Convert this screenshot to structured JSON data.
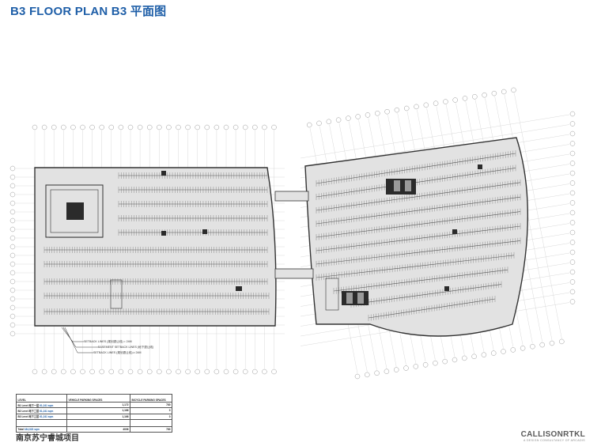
{
  "title": "B3 FLOOR PLAN B3 平面图",
  "annotations": {
    "setback_1": "SETBACK LINES (规划退让线) = 24M",
    "setback_2": "BASEMENT SETBACK LINES (地下退让线)",
    "setback_3": "SETBACK LINES (规划退让线) ≥ 24M"
  },
  "table": {
    "headers": {
      "level": "LEVEL",
      "vehicle": "VEHICLE PARKING SPACES",
      "bicycle": "BICYCLE PARKING SPACES"
    },
    "rows": [
      {
        "level": "B1 Level 地下一层",
        "area": "61,241 sqm",
        "vehicle": "1,172",
        "bicycle": "780"
      },
      {
        "level": "B2 Level 地下二层",
        "area": "61,241 sqm",
        "vehicle": "1,166",
        "bicycle": "0"
      },
      {
        "level": "B3 Level 地下三层",
        "area": "61,241 sqm",
        "vehicle": "1,166",
        "bicycle": "0"
      }
    ],
    "total": {
      "label": "Total",
      "area": "184,023 sqm",
      "vehicle": "4006",
      "bicycle": "780"
    }
  },
  "footer": {
    "project_name": "南京苏宁睿城项目",
    "brand_name": "CALLISONRTKL",
    "brand_tagline": "A DESIGN CONSULTANCY OF ARCADIS"
  },
  "colors": {
    "accent": "#1f5fa8",
    "floor": "#e2e2e2",
    "line": "#333333",
    "grid": "#bfbfbf"
  }
}
